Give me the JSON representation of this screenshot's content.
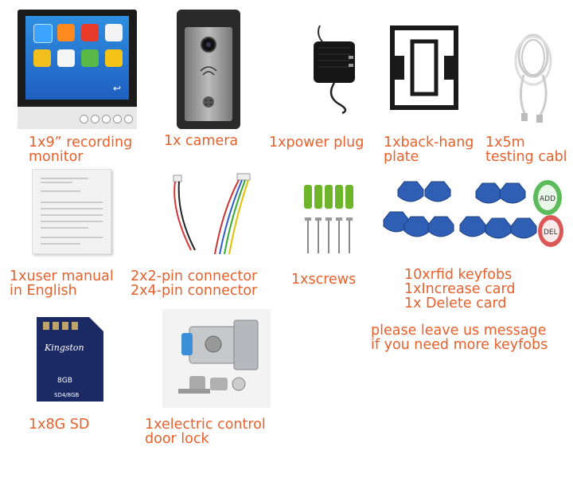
{
  "items": [
    {
      "id": "monitor",
      "label_lines": [
        "1x9” recording",
        "monitor"
      ]
    },
    {
      "id": "camera",
      "label_lines": [
        "1x camera"
      ]
    },
    {
      "id": "power_plug",
      "label_lines": [
        "1xpower plug"
      ]
    },
    {
      "id": "back_hang_plate",
      "label_lines": [
        "1xback-hang",
        "plate"
      ]
    },
    {
      "id": "testing_cable",
      "label_lines": [
        "1x5m",
        "testing cabl"
      ]
    },
    {
      "id": "user_manual",
      "label_lines": [
        "1xuser manual",
        "in English"
      ]
    },
    {
      "id": "connectors",
      "label_lines": [
        "2x2-pin connector",
        "2x4-pin connector"
      ]
    },
    {
      "id": "screws",
      "label_lines": [
        "1xscrews"
      ]
    },
    {
      "id": "keyfobs",
      "label_lines": [
        "10xrfid keyfobs",
        "1xIncrease card",
        "1x Delete card"
      ]
    },
    {
      "id": "message",
      "label_lines": [
        "please leave us message",
        "if you need more keyfobs"
      ]
    },
    {
      "id": "sd_card",
      "label_lines": [
        "1x8G SD"
      ]
    },
    {
      "id": "door_lock",
      "label_lines": [
        "1xelectric control",
        "door lock"
      ]
    }
  ],
  "sd_card_text": {
    "brand": "Kingston",
    "capacity": "8GB",
    "model": "SD4/8GB"
  },
  "cards_text": {
    "add": "ADD",
    "del": "DEL"
  },
  "colors": {
    "label": "#e8602c",
    "keyfob": "#2f5fb5",
    "screen": "#2f8fe0",
    "sd": "#1c2a63"
  }
}
